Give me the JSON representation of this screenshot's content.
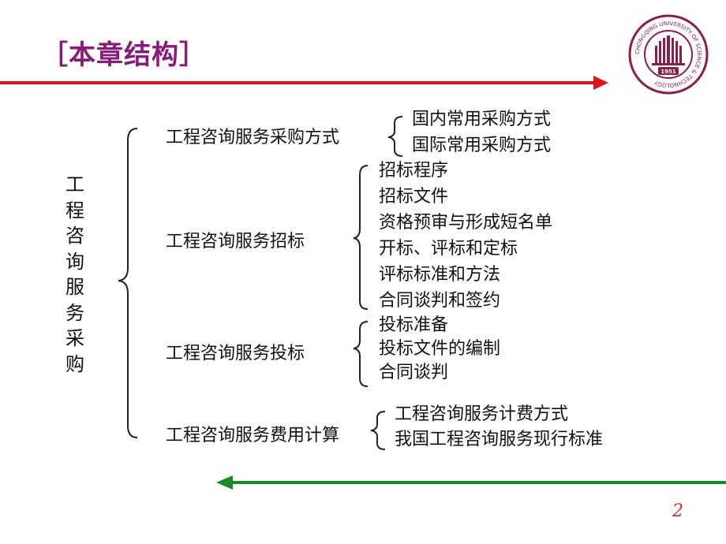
{
  "title": "［本章结构］",
  "root": "工程咨询服务采购",
  "sections": [
    {
      "label": "工程咨询服务采购方式",
      "items": [
        "国内常用采购方式",
        "国际常用采购方式"
      ]
    },
    {
      "label": "工程咨询服务招标",
      "items": [
        "招标程序",
        "招标文件",
        "资格预审与形成短名单",
        "开标、评标和定标",
        "评标标准和方法",
        "合同谈判和签约"
      ]
    },
    {
      "label": "工程咨询服务投标",
      "items": [
        "投标准备",
        "投标文件的编制",
        "合同谈判"
      ]
    },
    {
      "label": "工程咨询服务费用计算",
      "items": [
        "工程咨询服务计费方式",
        "我国工程咨询服务现行标准"
      ]
    }
  ],
  "logo": {
    "year": "1951",
    "ring_text": "CHONGQING UNIVERSITY OF SCIENCE & TECHNOLOGY"
  },
  "page_number": "2",
  "colors": {
    "title": "#8a1a7a",
    "top_arrow": "#e0141e",
    "bottom_arrow": "#1a8a2a",
    "logo": "#8a1f4a"
  }
}
